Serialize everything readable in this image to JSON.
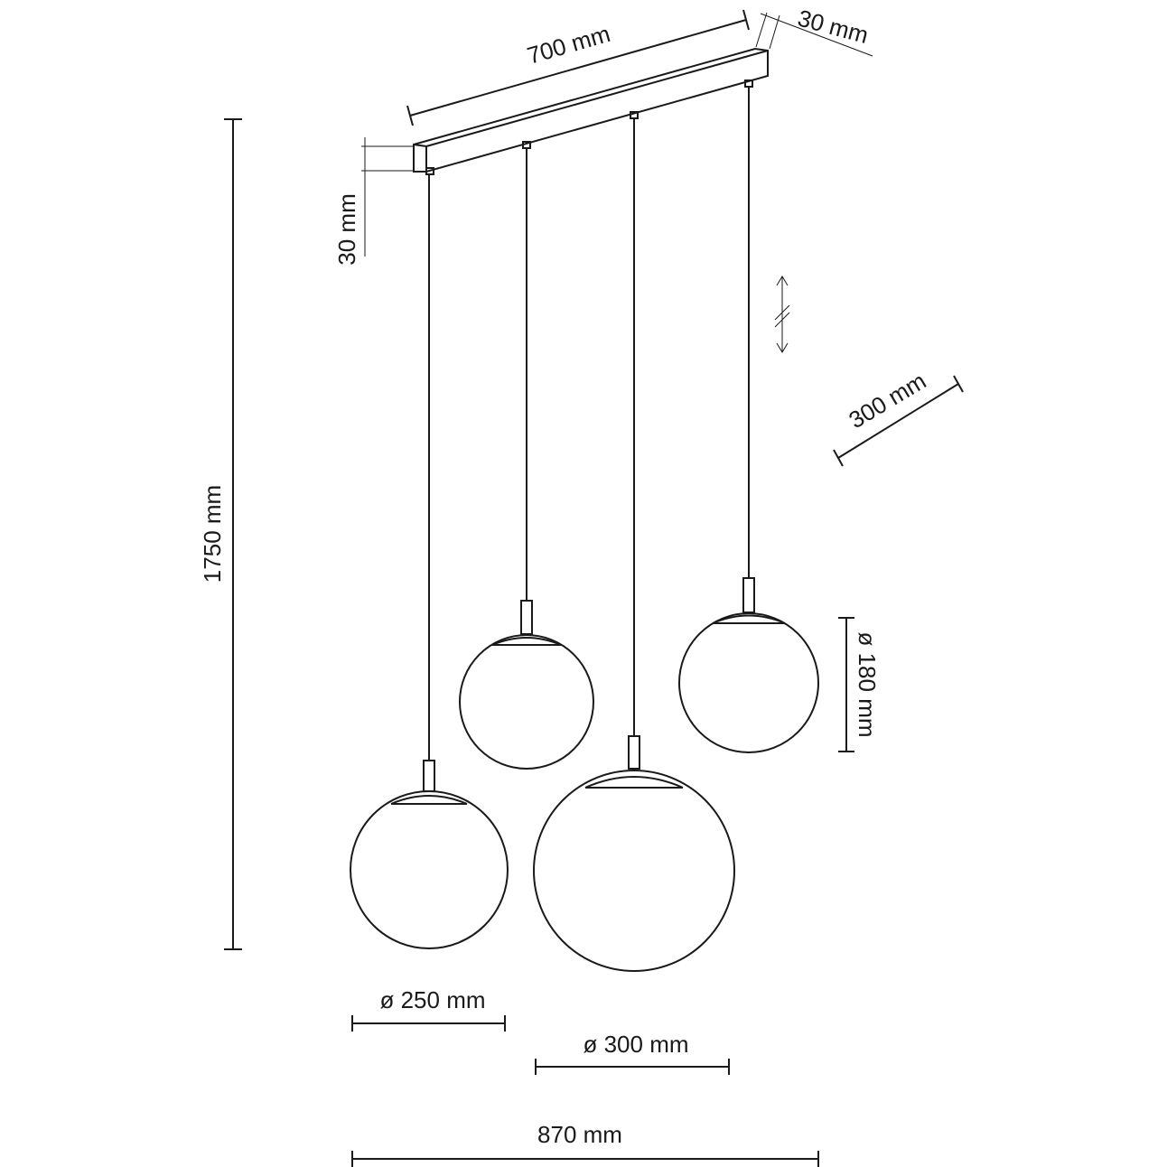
{
  "diagram": {
    "dimensions": {
      "rail_length": "700 mm",
      "rail_depth": "30 mm",
      "rail_height": "30 mm",
      "total_height": "1750 mm",
      "cable_adjust": "300 mm",
      "small_globe_dia": "ø 180 mm",
      "left_globe_dia": "ø 250 mm",
      "large_globe_dia": "ø 300 mm",
      "total_width": "870 mm"
    },
    "colors": {
      "line": "#1a1a1a",
      "background": "#ffffff"
    }
  }
}
